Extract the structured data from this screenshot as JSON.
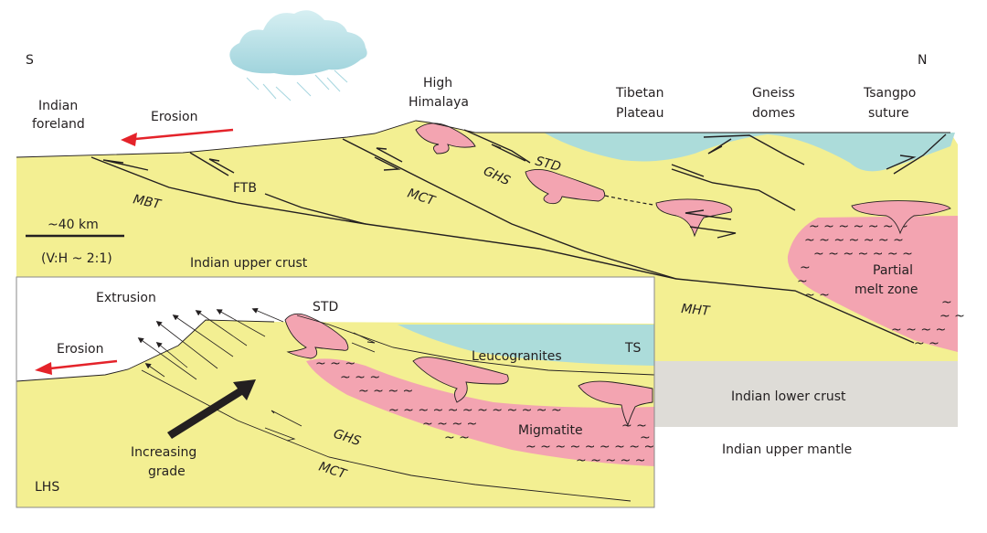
{
  "main": {
    "compass_south": "S",
    "compass_north": "N",
    "labels": {
      "indian_foreland": [
        "Indian",
        "foreland"
      ],
      "erosion": "Erosion",
      "high_himalaya": [
        "High",
        "Himalaya"
      ],
      "tibetan_plateau": [
        "Tibetan",
        "Plateau"
      ],
      "gneiss_domes": [
        "Gneiss",
        "domes"
      ],
      "tsangpo_suture": [
        "Tsangpo",
        "suture"
      ],
      "indian_upper_crust": "Indian upper crust",
      "indian_lower_crust": "Indian lower crust",
      "indian_upper_mantle": "Indian upper mantle",
      "partial_melt_zone": [
        "Partial",
        "melt zone"
      ]
    },
    "faults": {
      "mbt": "MBT",
      "ftb": "FTB",
      "mct": "MCT",
      "ghs": "GHS",
      "std": "STD",
      "mht": "MHT"
    },
    "scale": {
      "distance": "~40 km",
      "ratio": "(V:H ~ 2:1)"
    }
  },
  "inset": {
    "extrusion": "Extrusion",
    "erosion": "Erosion",
    "std": "STD",
    "ts": "TS",
    "leucogranites": "Leucogranites",
    "migmatite": "Migmatite",
    "increasing_grade": [
      "Increasing",
      "grade"
    ],
    "ghs": "GHS",
    "mct": "MCT",
    "lhs": "LHS"
  },
  "colors": {
    "crust_yellow": "#f3ef92",
    "melt_pink": "#f3a4b1",
    "tethyan_teal": "#acdcda",
    "lower_crust_grey": "#dedcd7",
    "erosion_red": "#e4232a"
  }
}
